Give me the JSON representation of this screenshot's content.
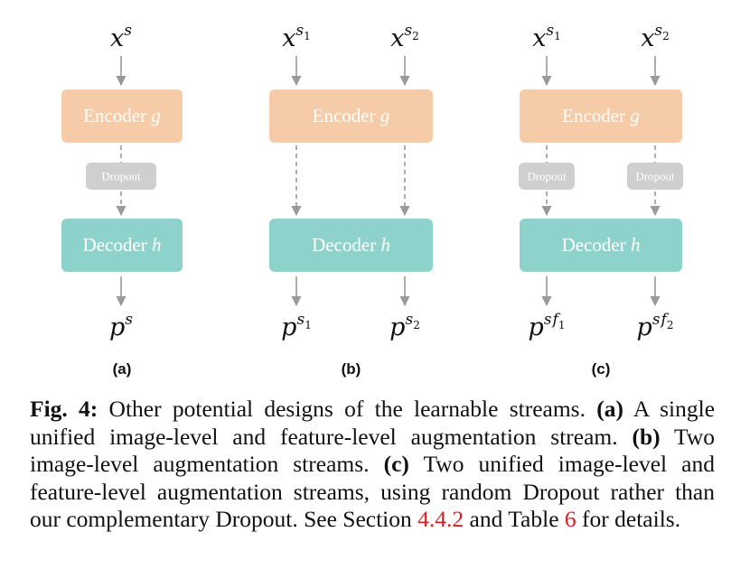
{
  "colors": {
    "encoder": "#f6cba8",
    "decoder": "#8ed3cb",
    "dropout": "#cfcfcf",
    "arrow": "#9a9a9a",
    "ref": "#d42020"
  },
  "panels": [
    {
      "id": "a",
      "label": "(a)",
      "inputs": [
        {
          "base": "x",
          "sup": "s",
          "sub": ""
        }
      ],
      "encoder": {
        "name": "Encoder",
        "var": "g"
      },
      "decoder": {
        "name": "Decoder",
        "var": "h"
      },
      "dropouts": [
        "Dropout"
      ],
      "outputs": [
        {
          "base": "p",
          "sup": "s",
          "sub": ""
        }
      ]
    },
    {
      "id": "b",
      "label": "(b)",
      "inputs": [
        {
          "base": "x",
          "sup": "s",
          "sub": "1"
        },
        {
          "base": "x",
          "sup": "s",
          "sub": "2"
        }
      ],
      "encoder": {
        "name": "Encoder",
        "var": "g"
      },
      "decoder": {
        "name": "Decoder",
        "var": "h"
      },
      "dropouts": [],
      "outputs": [
        {
          "base": "p",
          "sup": "s",
          "sub": "1"
        },
        {
          "base": "p",
          "sup": "s",
          "sub": "2"
        }
      ]
    },
    {
      "id": "c",
      "label": "(c)",
      "inputs": [
        {
          "base": "x",
          "sup": "s",
          "sub": "1"
        },
        {
          "base": "x",
          "sup": "s",
          "sub": "2"
        }
      ],
      "encoder": {
        "name": "Encoder",
        "var": "g"
      },
      "decoder": {
        "name": "Decoder",
        "var": "h"
      },
      "dropouts": [
        "Dropout",
        "Dropout"
      ],
      "outputs": [
        {
          "base": "p",
          "sup": "sf",
          "sub": "1"
        },
        {
          "base": "p",
          "sup": "sf",
          "sub": "2"
        }
      ]
    }
  ],
  "caption": {
    "fig": "Fig. 4:",
    "intro": " Other potential designs of the learnable streams. ",
    "a_tag": "(a)",
    "a_text": " A single unified image-level and feature-level augmentation stream. ",
    "b_tag": "(b)",
    "b_text": " Two image-level augmentation streams. ",
    "c_tag": "(c)",
    "c_text": " Two unified image-level and feature-level augmentation streams, using random Dropout rather than our complementary Dropout. See Section ",
    "ref_section": "4.4.2",
    "mid": " and Table ",
    "ref_table": "6",
    "end": " for details."
  }
}
